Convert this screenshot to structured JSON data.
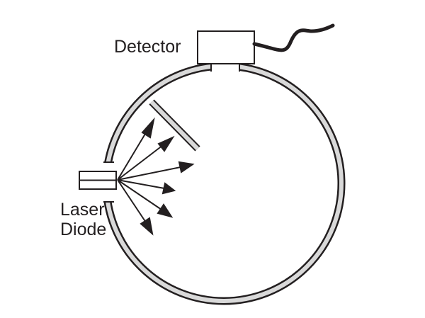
{
  "labels": {
    "detector": "Detector",
    "laser_line1": "Laser",
    "laser_line2": "Diode"
  },
  "colors": {
    "stroke": "#231f20",
    "sphere_fill": "#d9d9d9",
    "baffle_fill": "#d9d9d9",
    "background": "#ffffff"
  }
}
